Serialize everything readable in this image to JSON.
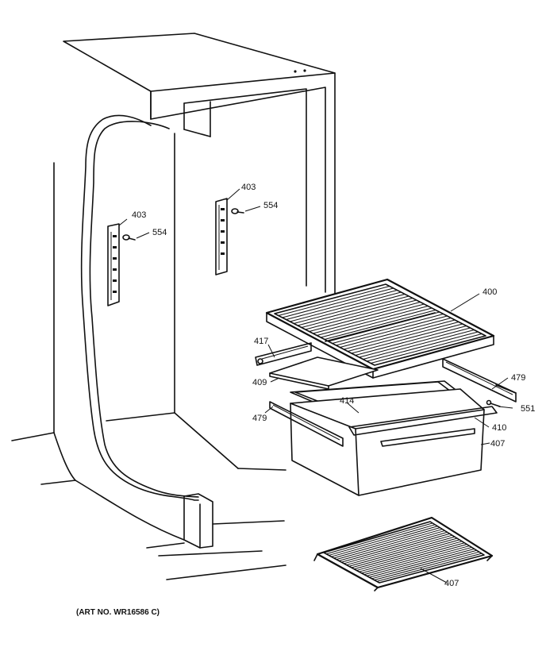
{
  "labels": {
    "shelf_top": "400",
    "slide_left_upper": "417",
    "glass_cover": "409",
    "frame_front": "414",
    "rail_right_upper": "479",
    "rail_left_lower": "479",
    "screw_right": "551",
    "bracket_410": "410",
    "crisper_pan": "407",
    "lower_shelf": "407",
    "support_left": "403",
    "screw_left": "554",
    "support_right": "403",
    "screw_right_554": "554"
  },
  "caption": "(ART NO. WR16586 C)"
}
